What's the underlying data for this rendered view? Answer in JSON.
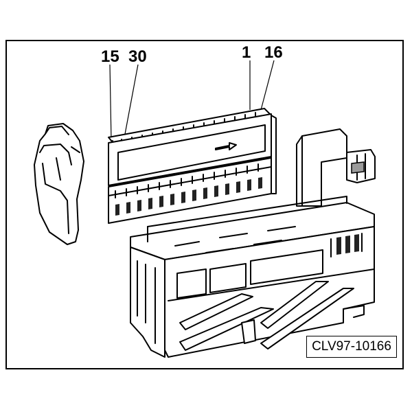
{
  "callouts": {
    "pin_15": "15",
    "pin_30": "30",
    "pin_1": "1",
    "pin_16": "16"
  },
  "reference_code": "CLV97-10166",
  "colors": {
    "line": "#000000",
    "background": "#ffffff",
    "shade": "#9a9a9a"
  }
}
